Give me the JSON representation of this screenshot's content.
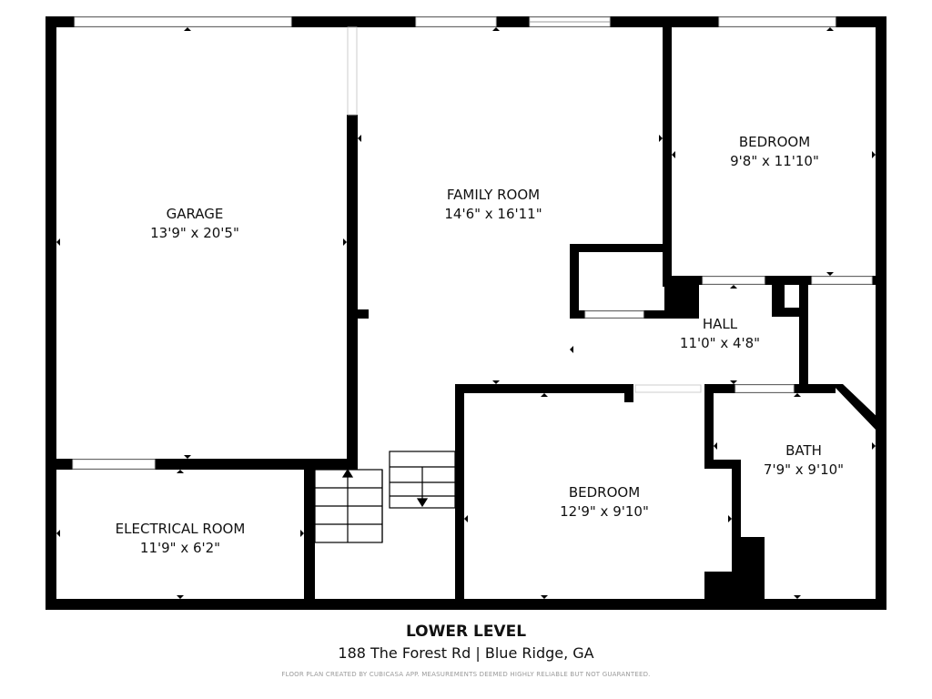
{
  "rooms": {
    "garage": {
      "name": "GARAGE",
      "dims": "13'9\" x 20'5\""
    },
    "family_room": {
      "name": "FAMILY ROOM",
      "dims": "14'6\" x 16'11\""
    },
    "bedroom_1": {
      "name": "BEDROOM",
      "dims": "9'8\" x 11'10\""
    },
    "hall": {
      "name": "HALL",
      "dims": "11'0\" x 4'8\""
    },
    "bath": {
      "name": "BATH",
      "dims": "7'9\" x 9'10\""
    },
    "bedroom_2": {
      "name": "BEDROOM",
      "dims": "12'9\" x 9'10\""
    },
    "electrical_room": {
      "name": "ELECTRICAL ROOM",
      "dims": "11'9\" x 6'2\""
    }
  },
  "footer": {
    "level": "LOWER LEVEL",
    "address": "188 The Forest Rd | Blue Ridge, GA",
    "disclaimer": "FLOOR PLAN CREATED BY CUBICASA APP. MEASUREMENTS DEEMED HIGHLY RELIABLE BUT NOT GUARANTEED."
  },
  "colors": {
    "wall": "#000000",
    "background": "#ffffff",
    "opening": "#dddddd"
  }
}
